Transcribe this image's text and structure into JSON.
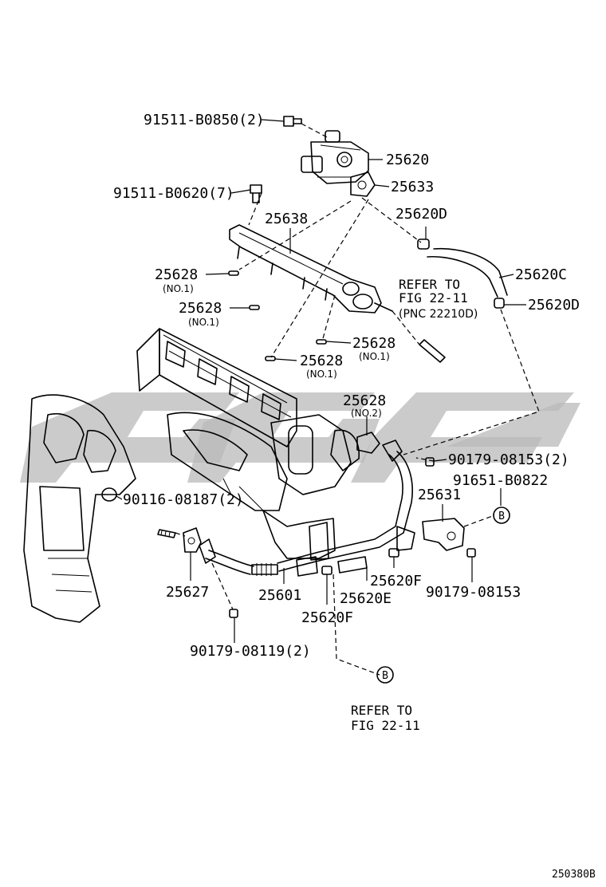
{
  "labels": {
    "bolt_egr": "91511-B0850(2)",
    "egr_valve": "25620",
    "bolt_pipe": "91511-B0620(7)",
    "gasket_valve": "25633",
    "hose_clamp_upper": "25620D",
    "egr_pipe_rail": "25638",
    "hose": "25620C",
    "hose_clamp_lower": "25620D",
    "gasket_no1": "25628",
    "gasket_no1_sub": "(NO.1)",
    "gasket_no2": "25628",
    "gasket_no2_sub": "(NO.2)",
    "nut_upper": "90179-08153(2)",
    "bolt_bracket": "91651-B0822",
    "bracket": "25631",
    "stud": "90116-08187(2)",
    "gasket_manifold": "25627",
    "egr_pipe": "25601",
    "hose_e": "25620E",
    "clamp_f_right": "25620F",
    "clamp_f_left": "25620F",
    "nut_bracket": "90179-08153",
    "nut_lower": "90179-08119(2)",
    "callout_b": "B",
    "refer_to": "REFER TO",
    "fig_ref": "FIG 22-11",
    "pnc_ref": "(PNC 22210D)",
    "diagram_id": "250380B"
  }
}
